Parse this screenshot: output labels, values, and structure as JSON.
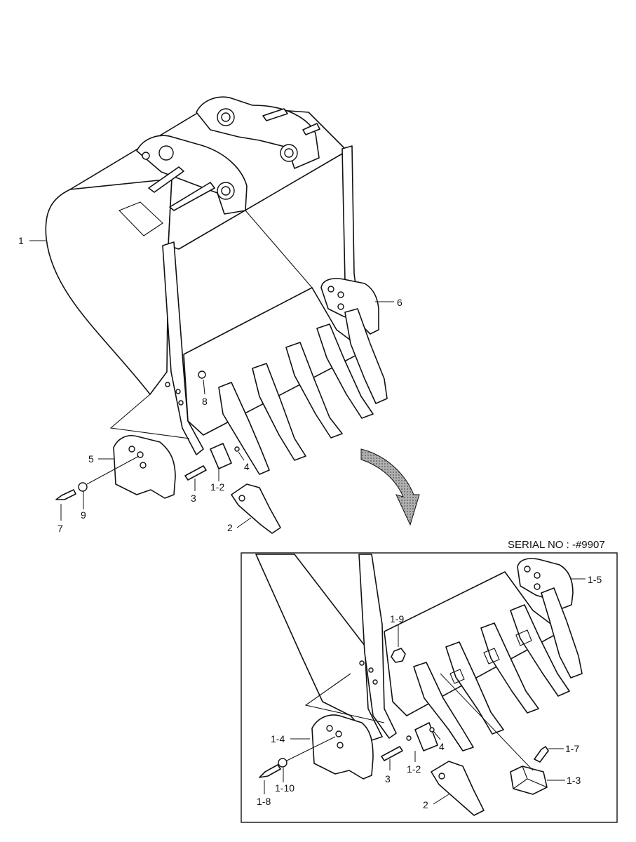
{
  "serial_note": "SERIAL NO : -#9907",
  "callouts_main": {
    "c1": "1",
    "c6": "6",
    "c8": "8",
    "c4": "4",
    "c5": "5",
    "c1_2": "1-2",
    "c3": "3",
    "c7": "7",
    "c9": "9",
    "c2": "2"
  },
  "callouts_inset": {
    "c1_5": "1-5",
    "c1_9": "1-9",
    "c1_7": "1-7",
    "c1_4": "1-4",
    "c4": "4",
    "c1_3": "1-3",
    "c3": "3",
    "c1_2": "1-2",
    "c1_8": "1-8",
    "c1_10": "1-10",
    "c2": "2"
  },
  "colors": {
    "line": "#111111",
    "background": "#ffffff",
    "arrow_fill": "#8c8c8c"
  }
}
